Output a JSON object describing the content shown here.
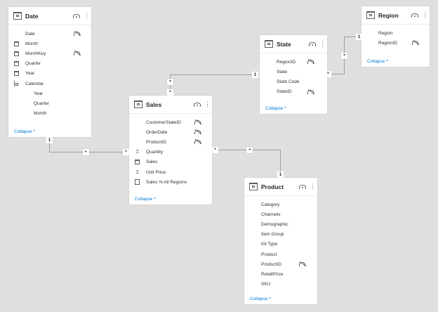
{
  "tables": {
    "date": {
      "title": "Date",
      "fields": [
        {
          "label": "Date",
          "icon": "none",
          "hidden": true
        },
        {
          "label": "Month",
          "icon": "calendar-column-icon",
          "hidden": false
        },
        {
          "label": "MonthKey",
          "icon": "calendar-column-icon",
          "hidden": true
        },
        {
          "label": "Quarter",
          "icon": "calendar-column-icon",
          "hidden": false
        },
        {
          "label": "Year",
          "icon": "calendar-column-icon",
          "hidden": false
        },
        {
          "label": "Calendar",
          "icon": "hierarchy-icon",
          "hidden": false
        },
        {
          "label": "Year",
          "icon": "none",
          "hidden": false,
          "level": 1
        },
        {
          "label": "Quarter",
          "icon": "none",
          "hidden": false,
          "level": 1
        },
        {
          "label": "Month",
          "icon": "none",
          "hidden": false,
          "level": 1
        }
      ],
      "collapse_label": "Collapse ^"
    },
    "sales": {
      "title": "Sales",
      "fields": [
        {
          "label": "CustomerStateID",
          "icon": "none",
          "hidden": true
        },
        {
          "label": "OrderDate",
          "icon": "none",
          "hidden": true
        },
        {
          "label": "ProductID",
          "icon": "none",
          "hidden": true
        },
        {
          "label": "Quantity",
          "icon": "sigma-icon",
          "hidden": false
        },
        {
          "label": "Sales",
          "icon": "calendar-column-icon",
          "hidden": false
        },
        {
          "label": "Unit Price",
          "icon": "sigma-icon",
          "hidden": false
        },
        {
          "label": "Sales % All Regions",
          "icon": "calculated-measure-icon",
          "hidden": false
        }
      ],
      "collapse_label": "Collapse ^"
    },
    "state": {
      "title": "State",
      "fields": [
        {
          "label": "RegionID",
          "icon": "none",
          "hidden": true
        },
        {
          "label": "State",
          "icon": "none",
          "hidden": false
        },
        {
          "label": "State Code",
          "icon": "none",
          "hidden": false
        },
        {
          "label": "StateID",
          "icon": "none",
          "hidden": true
        }
      ],
      "collapse_label": "Collapse ^"
    },
    "region": {
      "title": "Region",
      "fields": [
        {
          "label": "Region",
          "icon": "none",
          "hidden": false
        },
        {
          "label": "RegionID",
          "icon": "none",
          "hidden": true
        }
      ],
      "collapse_label": "Collapse ^"
    },
    "product": {
      "title": "Product",
      "fields": [
        {
          "label": "Category",
          "icon": "none",
          "hidden": false
        },
        {
          "label": "Channels",
          "icon": "none",
          "hidden": false
        },
        {
          "label": "Demographic",
          "icon": "none",
          "hidden": false
        },
        {
          "label": "Item Group",
          "icon": "none",
          "hidden": false
        },
        {
          "label": "Kit Type",
          "icon": "none",
          "hidden": false
        },
        {
          "label": "Product",
          "icon": "none",
          "hidden": false
        },
        {
          "label": "ProductID",
          "icon": "none",
          "hidden": true
        },
        {
          "label": "RetailPrice",
          "icon": "none",
          "hidden": false
        },
        {
          "label": "SKU",
          "icon": "none",
          "hidden": false
        }
      ],
      "collapse_label": "Collapse ^"
    }
  },
  "relationships": [
    {
      "from": "Date",
      "to": "Sales",
      "from_cardinality": "1",
      "to_cardinality": "*",
      "direction": "single"
    },
    {
      "from": "State",
      "to": "Sales",
      "from_cardinality": "1",
      "to_cardinality": "*",
      "direction": "single"
    },
    {
      "from": "Region",
      "to": "State",
      "from_cardinality": "1",
      "to_cardinality": "*",
      "direction": "single"
    },
    {
      "from": "Product",
      "to": "Sales",
      "from_cardinality": "1",
      "to_cardinality": "*",
      "direction": "single"
    }
  ],
  "cardinality": {
    "one": "1",
    "many": "*"
  },
  "glyphs": {
    "more": "⋮",
    "sigma": "Σ",
    "arrow_right": "▸",
    "arrow_left": "◂",
    "arrow_down": "▾"
  }
}
